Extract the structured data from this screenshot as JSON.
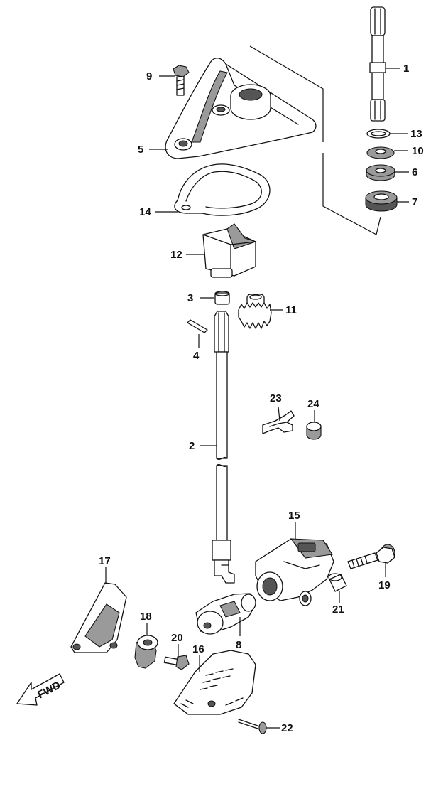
{
  "callouts": {
    "c1": "1",
    "c2": "2",
    "c3": "3",
    "c4": "4",
    "c5": "5",
    "c6": "6",
    "c7": "7",
    "c8": "8",
    "c9": "9",
    "c10": "10",
    "c11": "11",
    "c12": "12",
    "c13": "13",
    "c14": "14",
    "c15": "15",
    "c16": "16",
    "c17": "17",
    "c18": "18",
    "c19": "19",
    "c20": "20",
    "c21": "21",
    "c22": "22",
    "c23": "23",
    "c24": "24"
  },
  "direction_label": "FWD"
}
